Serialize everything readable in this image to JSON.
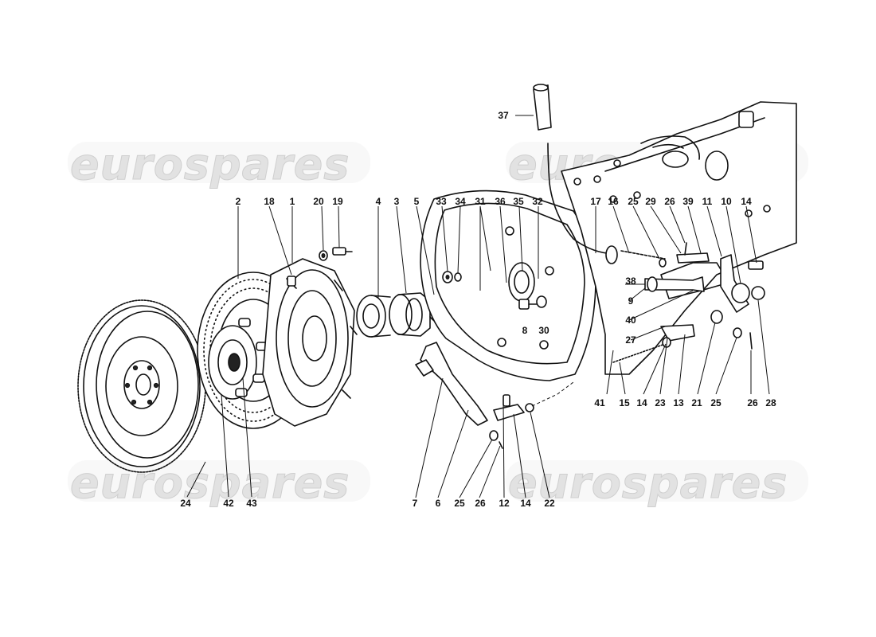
{
  "watermark": {
    "text": "eurospares"
  },
  "callouts": [
    {
      "id": "c1",
      "text": "1"
    },
    {
      "id": "c2",
      "text": "2"
    },
    {
      "id": "c3",
      "text": "3"
    },
    {
      "id": "c4",
      "text": "4"
    },
    {
      "id": "c5",
      "text": "5"
    },
    {
      "id": "c6",
      "text": "6"
    },
    {
      "id": "c7",
      "text": "7"
    },
    {
      "id": "c8",
      "text": "8"
    },
    {
      "id": "c9",
      "text": "9"
    },
    {
      "id": "c10",
      "text": "10"
    },
    {
      "id": "c11",
      "text": "11"
    },
    {
      "id": "c12",
      "text": "12"
    },
    {
      "id": "c13",
      "text": "13"
    },
    {
      "id": "c14a",
      "text": "14"
    },
    {
      "id": "c14b",
      "text": "14"
    },
    {
      "id": "c14c",
      "text": "14"
    },
    {
      "id": "c15",
      "text": "15"
    },
    {
      "id": "c16",
      "text": "16"
    },
    {
      "id": "c17",
      "text": "17"
    },
    {
      "id": "c18",
      "text": "18"
    },
    {
      "id": "c19",
      "text": "19"
    },
    {
      "id": "c20",
      "text": "20"
    },
    {
      "id": "c21",
      "text": "21"
    },
    {
      "id": "c22",
      "text": "22"
    },
    {
      "id": "c23",
      "text": "23"
    },
    {
      "id": "c24",
      "text": "24"
    },
    {
      "id": "c25a",
      "text": "25"
    },
    {
      "id": "c25b",
      "text": "25"
    },
    {
      "id": "c25c",
      "text": "25"
    },
    {
      "id": "c26a",
      "text": "26"
    },
    {
      "id": "c26b",
      "text": "26"
    },
    {
      "id": "c26c",
      "text": "26"
    },
    {
      "id": "c27",
      "text": "27"
    },
    {
      "id": "c28",
      "text": "28"
    },
    {
      "id": "c29",
      "text": "29"
    },
    {
      "id": "c30",
      "text": "30"
    },
    {
      "id": "c31",
      "text": "31"
    },
    {
      "id": "c32",
      "text": "32"
    },
    {
      "id": "c33",
      "text": "33"
    },
    {
      "id": "c34",
      "text": "34"
    },
    {
      "id": "c35",
      "text": "35"
    },
    {
      "id": "c36",
      "text": "36"
    },
    {
      "id": "c37",
      "text": "37"
    },
    {
      "id": "c38",
      "text": "38"
    },
    {
      "id": "c39",
      "text": "39"
    },
    {
      "id": "c40",
      "text": "40"
    },
    {
      "id": "c41",
      "text": "41"
    },
    {
      "id": "c42",
      "text": "42"
    },
    {
      "id": "c43",
      "text": "43"
    }
  ]
}
